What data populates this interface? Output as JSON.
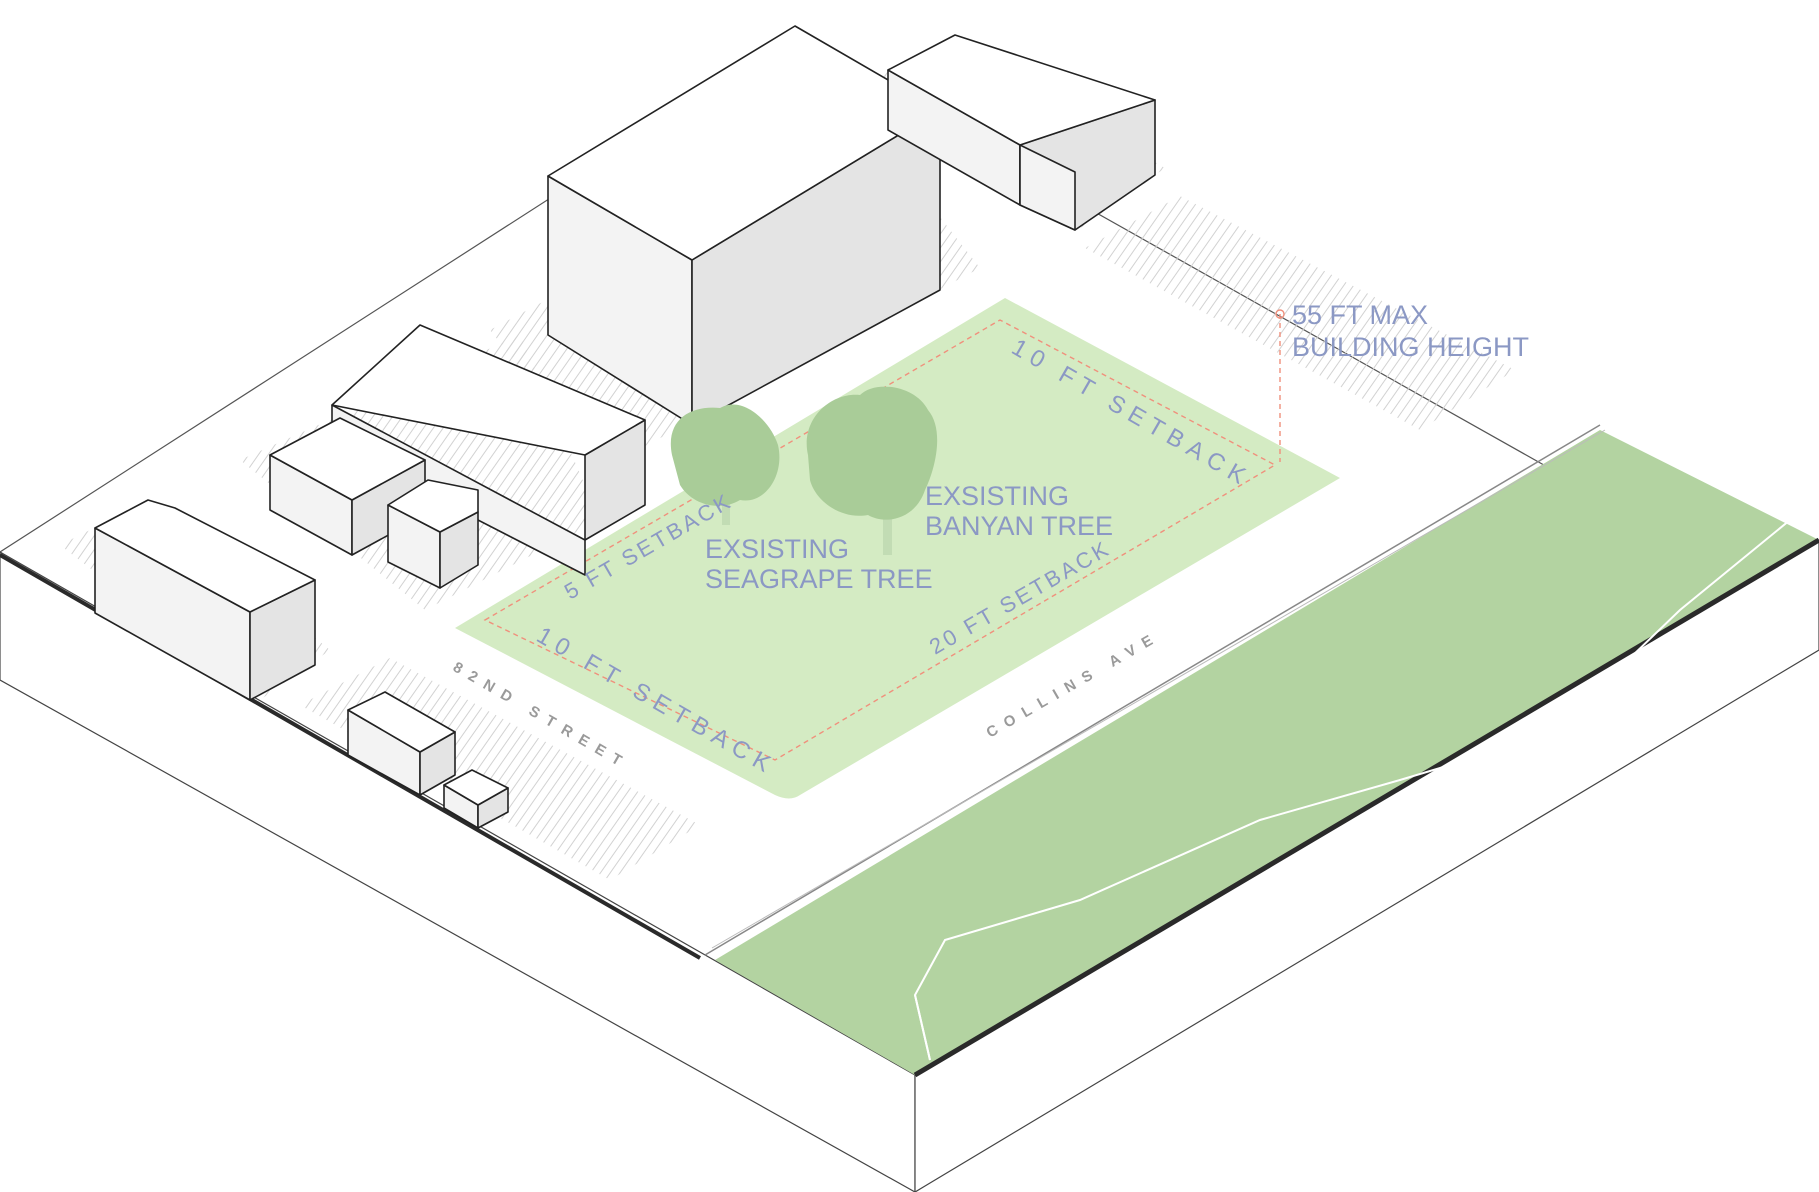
{
  "labels": {
    "height_line1": "55 FT MAX",
    "height_line2": "BUILDING HEIGHT",
    "setback_north": "10 FT SETBACK",
    "setback_west": "5 FT SETBACK",
    "setback_south": "10 FT SETBACK",
    "setback_east": "20 FT SETBACK",
    "seagrape_line1": "EXSISTING",
    "seagrape_line2": "SEAGRAPE TREE",
    "banyan_line1": "EXSISTING",
    "banyan_line2": "BANYAN TREE",
    "street_82": "82ND STREET",
    "street_collins": "COLLINS AVE"
  },
  "colors": {
    "site_green": "#d4ebc3",
    "park_green": "#b3d3a1",
    "tree_green": "#a9cc98",
    "tree_trunk": "#c2dcb4",
    "label_blue": "#8b98c4",
    "setback_dash": "#f0907c",
    "building_top": "#ffffff",
    "building_left": "#f2f2f2",
    "building_right": "#e3e3e3",
    "hatch": "#d2d2d2",
    "street_label": "#9a9a9a"
  }
}
